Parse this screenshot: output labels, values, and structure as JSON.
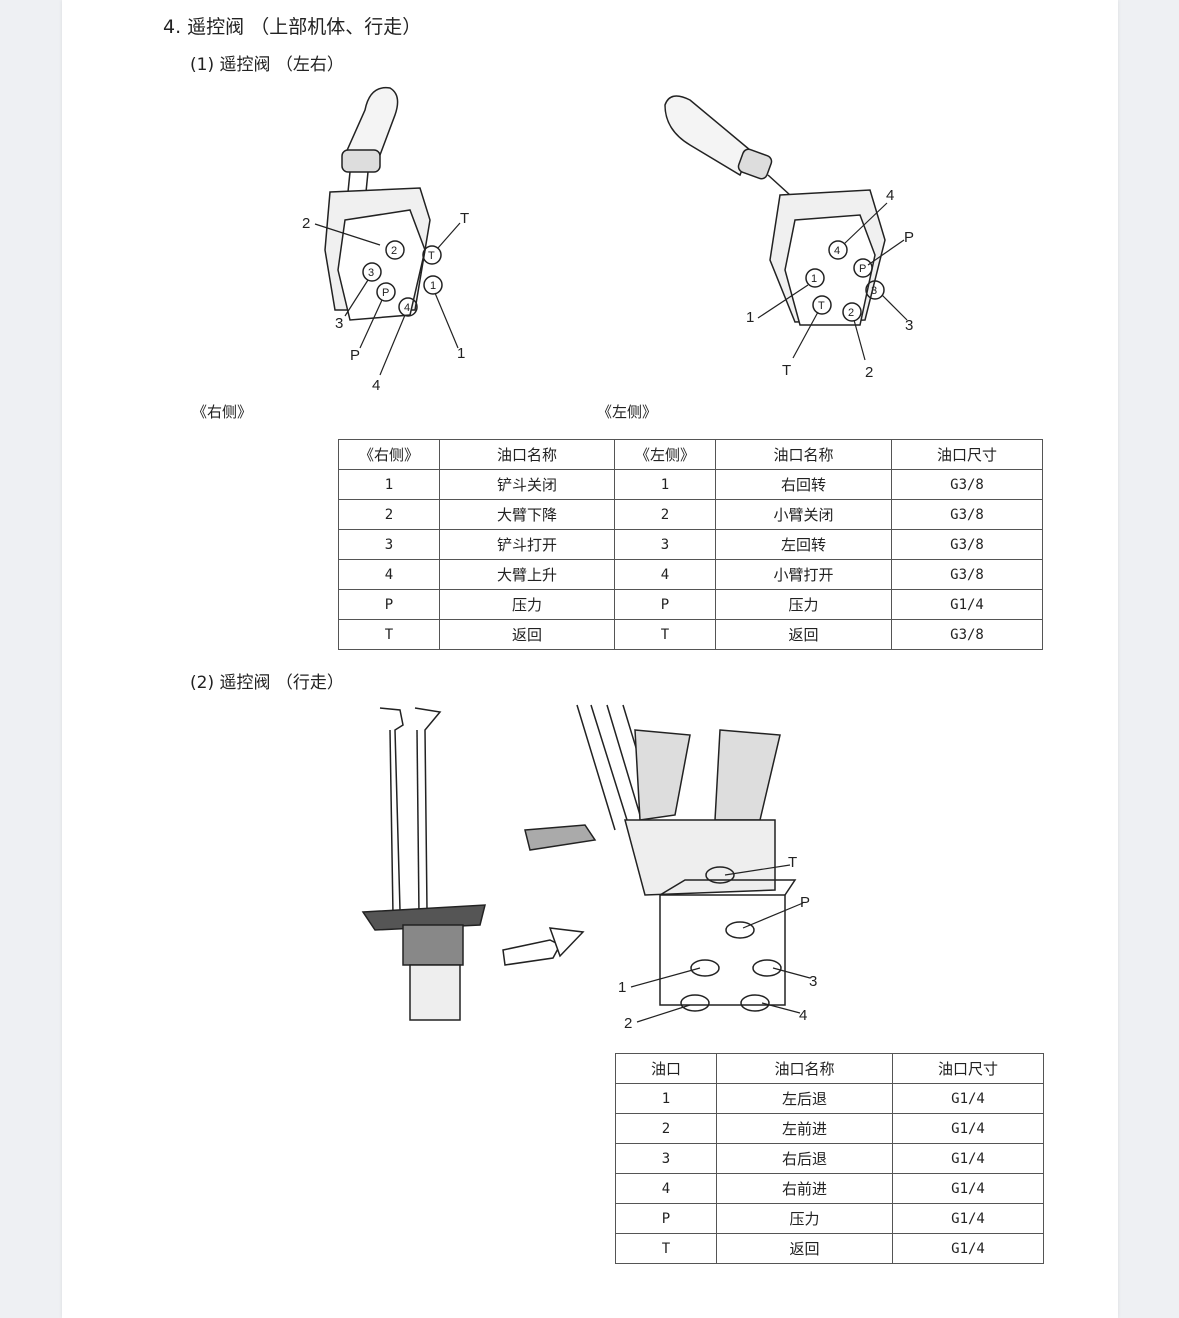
{
  "section_title": "4. 遥控阀 （上部机体、行走）",
  "sub1_title": "(1) 遥控阀 （左右）",
  "sub2_title": "(2) 遥控阀 （行走）",
  "captions": {
    "right": "《右侧》",
    "left": "《左侧》"
  },
  "right_labels": {
    "2": "2",
    "T": "T",
    "3": "3",
    "P": "P",
    "4": "4",
    "1": "1"
  },
  "left_labels": {
    "4": "4",
    "P": "P",
    "1": "1",
    "3": "3",
    "T": "T",
    "2": "2"
  },
  "travel_labels": {
    "T": "T",
    "P": "P",
    "1": "1",
    "3": "3",
    "2": "2",
    "4": "4"
  },
  "table1": {
    "headers": [
      "《右侧》",
      "油口名称",
      "《左侧》",
      "油口名称",
      "油口尺寸"
    ],
    "rows": [
      [
        "1",
        "铲斗关闭",
        "1",
        "右回转",
        "G3/8"
      ],
      [
        "2",
        "大臂下降",
        "2",
        "小臂关闭",
        "G3/8"
      ],
      [
        "3",
        "铲斗打开",
        "3",
        "左回转",
        "G3/8"
      ],
      [
        "4",
        "大臂上升",
        "4",
        "小臂打开",
        "G3/8"
      ],
      [
        "P",
        "压力",
        "P",
        "压力",
        "G1/4"
      ],
      [
        "T",
        "返回",
        "T",
        "返回",
        "G3/8"
      ]
    ]
  },
  "table2": {
    "headers": [
      "油口",
      "油口名称",
      "油口尺寸"
    ],
    "rows": [
      [
        "1",
        "左后退",
        "G1/4"
      ],
      [
        "2",
        "左前进",
        "G1/4"
      ],
      [
        "3",
        "右后退",
        "G1/4"
      ],
      [
        "4",
        "右前进",
        "G1/4"
      ],
      [
        "P",
        "压力",
        "G1/4"
      ],
      [
        "T",
        "返回",
        "G1/4"
      ]
    ]
  }
}
